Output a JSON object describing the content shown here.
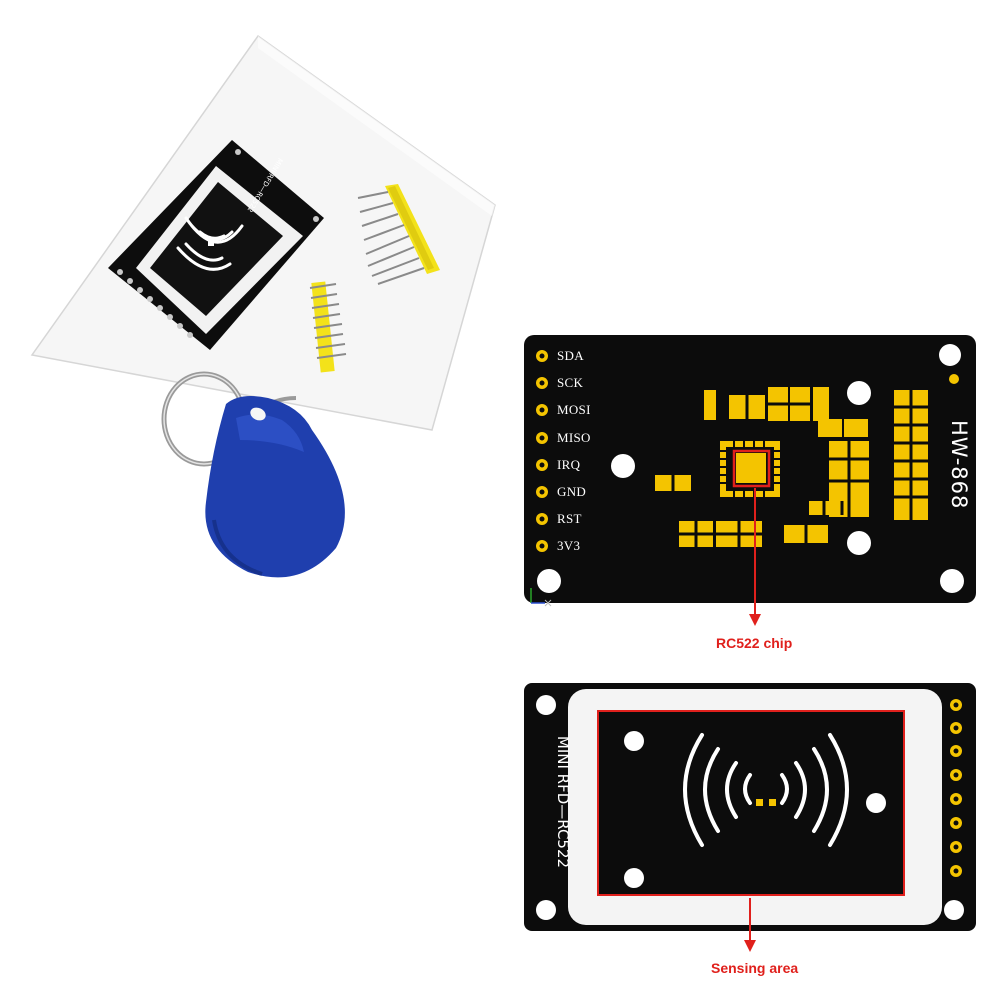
{
  "pin_labels": [
    "SDA",
    "SCK",
    "MOSI",
    "MISO",
    "IRQ",
    "GND",
    "RST",
    "3V3"
  ],
  "board_back": {
    "model_id": "HW-868"
  },
  "board_front": {
    "silkscreen": "MINI RFD—RC522"
  },
  "product_photo": {
    "module_silkscreen": "MINI RFD—RC522"
  },
  "callouts": {
    "chip": "RC522 chip",
    "sensing": "Sensing area"
  },
  "colors": {
    "pcb": "#0c0c0c",
    "pad": "#f4c400",
    "callout": "#e0201c",
    "keyfob": "#1f3fae",
    "header": "#f3e21a"
  },
  "icons": [
    "rfid-wave-icon",
    "keyring-icon",
    "arrow-down-icon",
    "axis-gizmo-icon"
  ]
}
